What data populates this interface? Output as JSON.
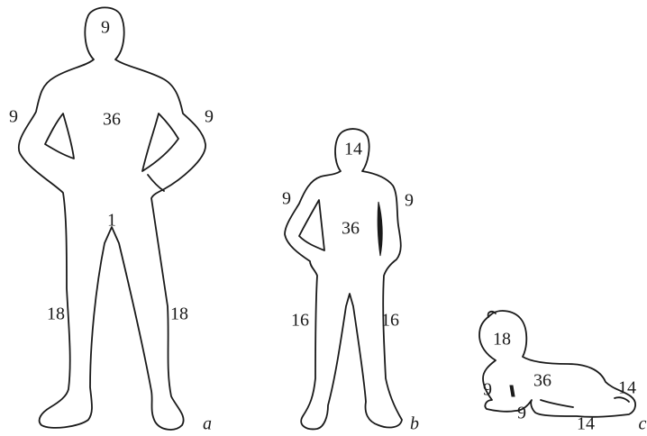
{
  "figures": {
    "adult": {
      "letter": "a",
      "head": "9",
      "left_arm": "9",
      "right_arm": "9",
      "trunk": "36",
      "genital": "1",
      "left_leg": "18",
      "right_leg": "18"
    },
    "child": {
      "letter": "b",
      "head": "14",
      "left_arm": "9",
      "right_arm": "9",
      "trunk": "36",
      "left_leg": "16",
      "right_leg": "16"
    },
    "infant": {
      "letter": "c",
      "head": "18",
      "trunk": "36",
      "arm_back": "9",
      "arm_front": "9",
      "leg_upper": "14",
      "leg_lower": "14"
    }
  }
}
